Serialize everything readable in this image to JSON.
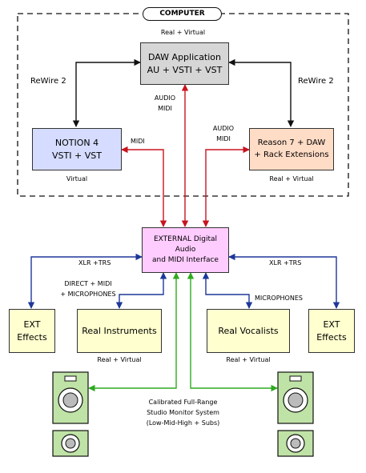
{
  "computer": {
    "title": "COMPUTER",
    "subtitle": "Real + Virtual"
  },
  "daw": {
    "line1": "DAW Application",
    "line2": "AU + VSTI + VST"
  },
  "notion": {
    "line1": "NOTION 4",
    "line2": "VSTI + VST",
    "caption": "Virtual"
  },
  "reason": {
    "line1": "Reason 7 + DAW",
    "line2": "+ Rack Extensions",
    "caption": "Real + Virtual"
  },
  "rewire_left": "ReWire 2",
  "rewire_right": "ReWire 2",
  "audio_midi_center": {
    "line1": "AUDIO",
    "line2": "MIDI"
  },
  "audio_midi_right": {
    "line1": "AUDIO",
    "line2": "MIDI"
  },
  "midi_left": "MIDI",
  "interface": {
    "line1": "EXTERNAL Digital Audio",
    "line2": "and MIDI Interface"
  },
  "xlr_left": "XLR +TRS",
  "xlr_right": "XLR +TRS",
  "direct_midi": {
    "line1": "DIRECT + MIDI",
    "line2": "+ MICROPHONES"
  },
  "microphones": "MICROPHONES",
  "ext_left": {
    "line1": "EXT",
    "line2": "Effects"
  },
  "ext_right": {
    "line1": "EXT",
    "line2": "Effects"
  },
  "instruments": {
    "label": "Real Instruments",
    "caption": "Real + Virtual"
  },
  "vocalists": {
    "label": "Real Vocalists",
    "caption": "Real + Virtual"
  },
  "monitors": {
    "line1": "Calibrated Full-Range",
    "line2": "Studio Monitor System",
    "line3": "(Low-Mid-High + Subs)"
  },
  "colors": {
    "red": "#c8141e",
    "blue": "#1e3799",
    "green": "#2eaa1e",
    "black": "#111111",
    "daw_fill": "#d6d6d6",
    "notion_fill": "#d5dcff",
    "reason_fill": "#ffdcc6",
    "interface_fill": "#ffccff",
    "yellow_fill": "#ffffcf",
    "speaker_fill": "#bfe3a6"
  }
}
